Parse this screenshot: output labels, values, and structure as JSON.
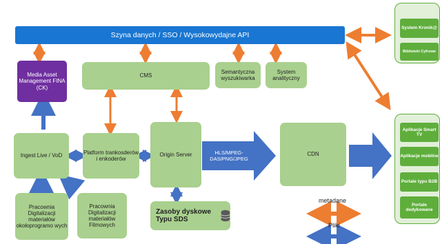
{
  "bus": {
    "label": "Szyna danych / SSO / Wysokowydajne API"
  },
  "nodes": {
    "media_asset": "Media Asset Management FINA (CK)",
    "cms": "CMS",
    "semantic_search": "Semantyczna wyszukiwarka",
    "analytics": "System analityczny",
    "ingest": "Ingest Live / VoD",
    "platform": "Platform trankosderów i enkoderów",
    "origin_server": "Origin Server",
    "cdn": "CDN",
    "storage": "Zasoby dyskowe Typu SDS",
    "lab_program": "Pracownia Digitalizacji materiałów okołoprogramo wych",
    "lab_film": "Pracownia Digitalizacji materiałów Filmowych"
  },
  "stream_arrow_label": "HLS/MPEG-DAS/PNG/JPEG",
  "top_right_panel": {
    "items": [
      "System Kronik@",
      "Biblioteki Cyfrowe"
    ]
  },
  "bottom_right_panel": {
    "items": [
      "Aplikacje Smart TV",
      "Aplikacje mobilne",
      "Portale typu B2B",
      "Portale dedykowane"
    ]
  },
  "legend": {
    "metadata_label": "metadane",
    "files_label": "Pliki"
  },
  "colors": {
    "bus": "#1976d2",
    "green_box": "#a9d08e",
    "dark_green_box": "#5fae3c",
    "purple_box": "#6f2fa0",
    "metadata_arrow": "#ed7d31",
    "files_arrow": "#4472c4"
  }
}
